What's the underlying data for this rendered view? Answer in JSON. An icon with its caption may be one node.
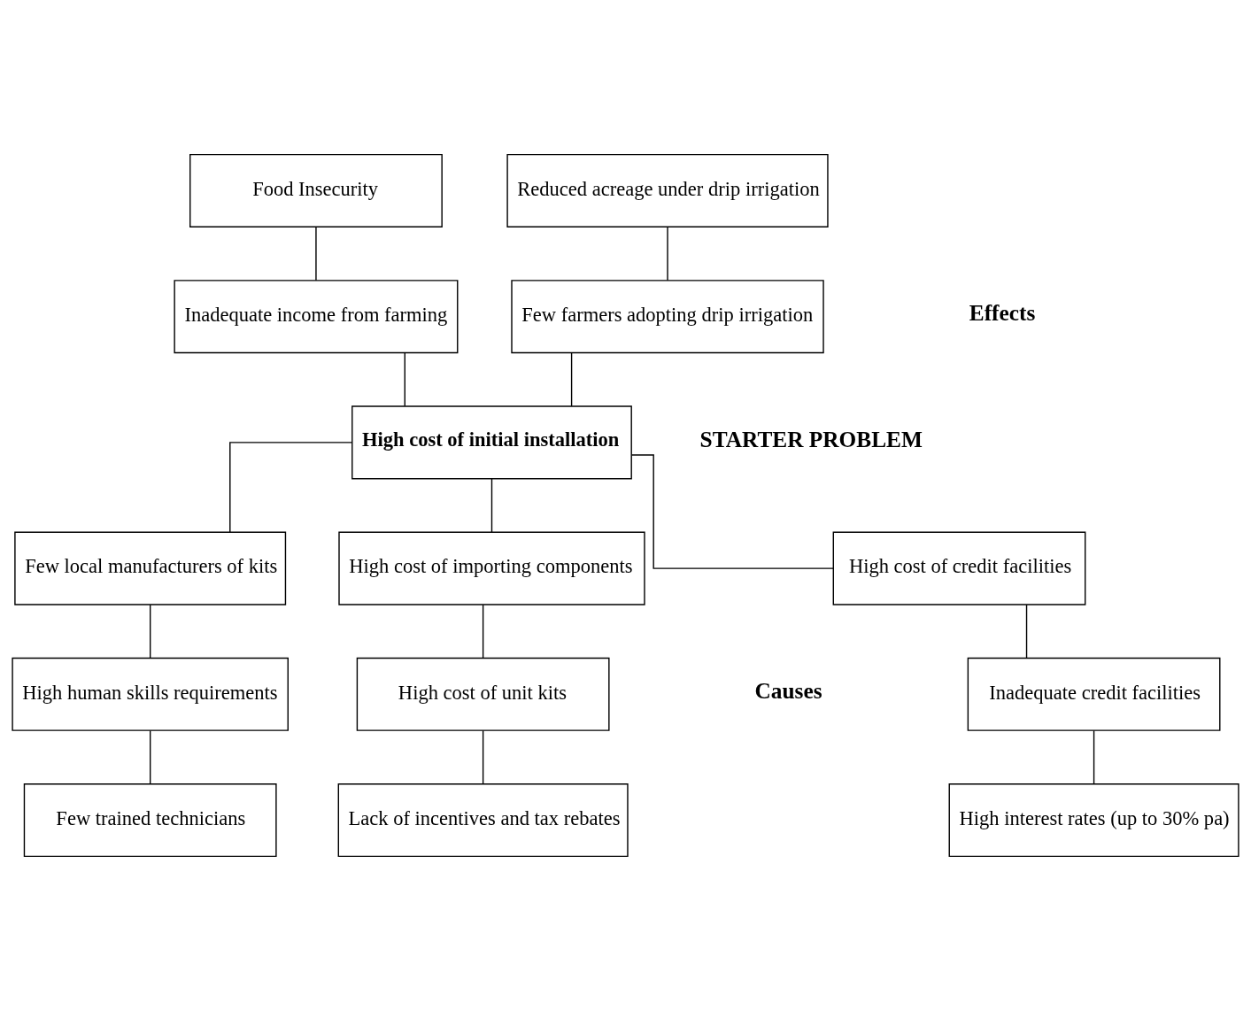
{
  "diagram": {
    "nodes": [
      {
        "text": [
          "Food Insecurity"
        ]
      },
      {
        "text": [
          "Reduced acreage under drip irrigation"
        ]
      },
      {
        "text": [
          "Inadequate income from farming"
        ]
      },
      {
        "text": [
          "Few farmers adopting drip irrigation"
        ]
      },
      {
        "text": [
          "High cost of initial installation"
        ]
      },
      {
        "text": [
          "Few local manufacturers of kits"
        ]
      },
      {
        "text": [
          "High cost of importing components"
        ]
      },
      {
        "text": [
          "High cost of credit facilities"
        ]
      },
      {
        "text": [
          "High human skills requirements"
        ]
      },
      {
        "text": [
          "High cost of unit kits"
        ]
      },
      {
        "text": [
          "Inadequate credit facilities"
        ]
      },
      {
        "text": [
          "Few trained technicians"
        ]
      },
      {
        "text": [
          "Lack of incentives and tax rebates"
        ]
      },
      {
        "text": [
          "High interest rates (up to 30% pa)"
        ]
      }
    ],
    "edges": [
      {
        "from": 0,
        "to": 2,
        "arrow": "none"
      },
      {
        "from": 1,
        "to": 3,
        "arrow": "none"
      },
      {
        "from": 2,
        "to": 4,
        "arrow": "none"
      },
      {
        "from": 3,
        "to": 4,
        "arrow": "none"
      },
      {
        "from": 4,
        "to": 5,
        "arrow": "none"
      },
      {
        "from": 4,
        "to": 6,
        "arrow": "none"
      },
      {
        "from": 4,
        "to": 7,
        "arrow": "none"
      },
      {
        "from": 5,
        "to": 8,
        "arrow": "none"
      },
      {
        "from": 8,
        "to": 11,
        "arrow": "none"
      },
      {
        "from": 6,
        "to": 9,
        "arrow": "none"
      },
      {
        "from": 9,
        "to": 12,
        "arrow": "none"
      },
      {
        "from": 7,
        "to": 10,
        "arrow": "none"
      },
      {
        "from": 10,
        "to": 13,
        "arrow": "none"
      }
    ],
    "labels": [
      "Effects",
      "STARTER PROBLEM",
      "Causes"
    ]
  }
}
